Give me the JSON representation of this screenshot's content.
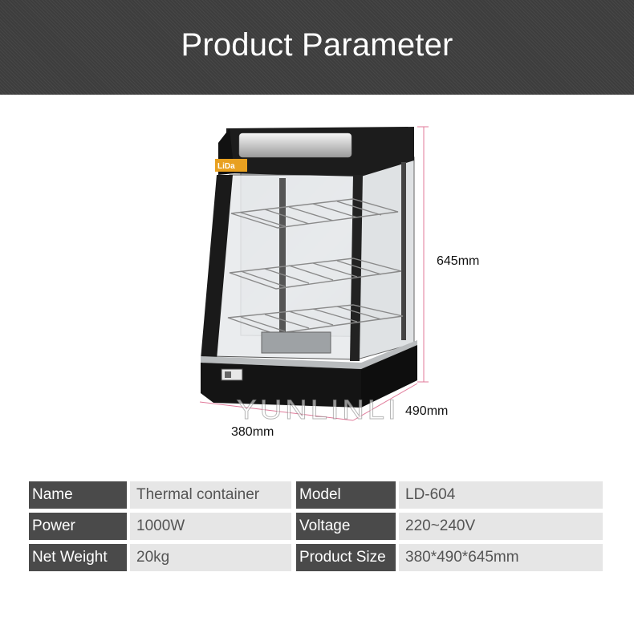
{
  "header": {
    "title": "Product Parameter"
  },
  "figure": {
    "brand_label": "LiDa",
    "watermark": "YUNLINLI",
    "dimensions": {
      "height": "645mm",
      "depth": "490mm",
      "width": "380mm"
    }
  },
  "specs": {
    "rows": [
      {
        "label1": "Name",
        "value1": "Thermal container",
        "label2": "Model",
        "value2": "LD-604"
      },
      {
        "label1": "Power",
        "value1": "1000W",
        "label2": "Voltage",
        "value2": "220~240V"
      },
      {
        "label1": "Net Weight",
        "value1": "20kg",
        "label2": "Product Size",
        "value2": "380*490*645mm"
      }
    ]
  }
}
